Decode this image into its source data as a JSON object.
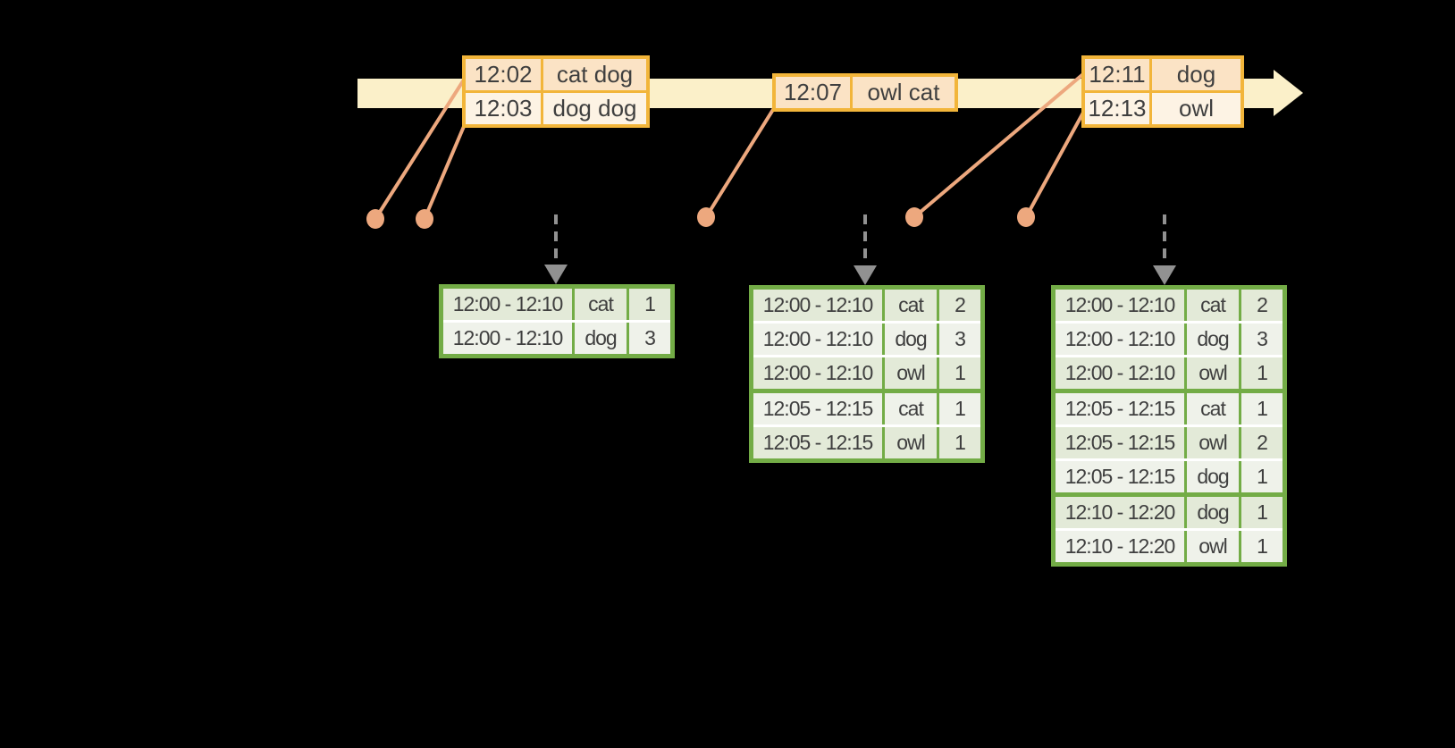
{
  "timeline": {
    "event_tables": [
      {
        "rows": [
          {
            "time": "12:02",
            "words": "cat dog"
          },
          {
            "time": "12:03",
            "words": "dog dog"
          }
        ]
      },
      {
        "rows": [
          {
            "time": "12:07",
            "words": "owl cat"
          }
        ]
      },
      {
        "rows": [
          {
            "time": "12:11",
            "words": "dog"
          },
          {
            "time": "12:13",
            "words": "owl"
          }
        ]
      }
    ]
  },
  "result_tables": [
    {
      "rows": [
        {
          "window": "12:00 - 12:10",
          "word": "cat",
          "count": "1"
        },
        {
          "window": "12:00 - 12:10",
          "word": "dog",
          "count": "3"
        }
      ]
    },
    {
      "rows": [
        {
          "window": "12:00 - 12:10",
          "word": "cat",
          "count": "2"
        },
        {
          "window": "12:00 - 12:10",
          "word": "dog",
          "count": "3"
        },
        {
          "window": "12:00 - 12:10",
          "word": "owl",
          "count": "1"
        },
        {
          "window": "12:05 - 12:15",
          "word": "cat",
          "count": "1"
        },
        {
          "window": "12:05 - 12:15",
          "word": "owl",
          "count": "1"
        }
      ]
    },
    {
      "rows": [
        {
          "window": "12:00 - 12:10",
          "word": "cat",
          "count": "2"
        },
        {
          "window": "12:00 - 12:10",
          "word": "dog",
          "count": "3"
        },
        {
          "window": "12:00 - 12:10",
          "word": "owl",
          "count": "1"
        },
        {
          "window": "12:05 - 12:15",
          "word": "cat",
          "count": "1"
        },
        {
          "window": "12:05 - 12:15",
          "word": "owl",
          "count": "2"
        },
        {
          "window": "12:05 - 12:15",
          "word": "dog",
          "count": "1"
        },
        {
          "window": "12:10 - 12:20",
          "word": "dog",
          "count": "1"
        },
        {
          "window": "12:10 - 12:20",
          "word": "owl",
          "count": "1"
        }
      ]
    }
  ],
  "colors": {
    "background": "#000000",
    "timeline_band": "#FBF0C9",
    "event_table_border": "#F2B53A",
    "event_row_peach": "#FBE3C5",
    "event_row_cream": "#FDF3E4",
    "connector_salmon": "#EDA87E",
    "result_table_border": "#73AC46",
    "result_row_dark": "#E3EAD8",
    "result_row_light": "#EFF2EA",
    "trigger_arrow_gray": "#919191",
    "text": "#3F3F3F"
  }
}
